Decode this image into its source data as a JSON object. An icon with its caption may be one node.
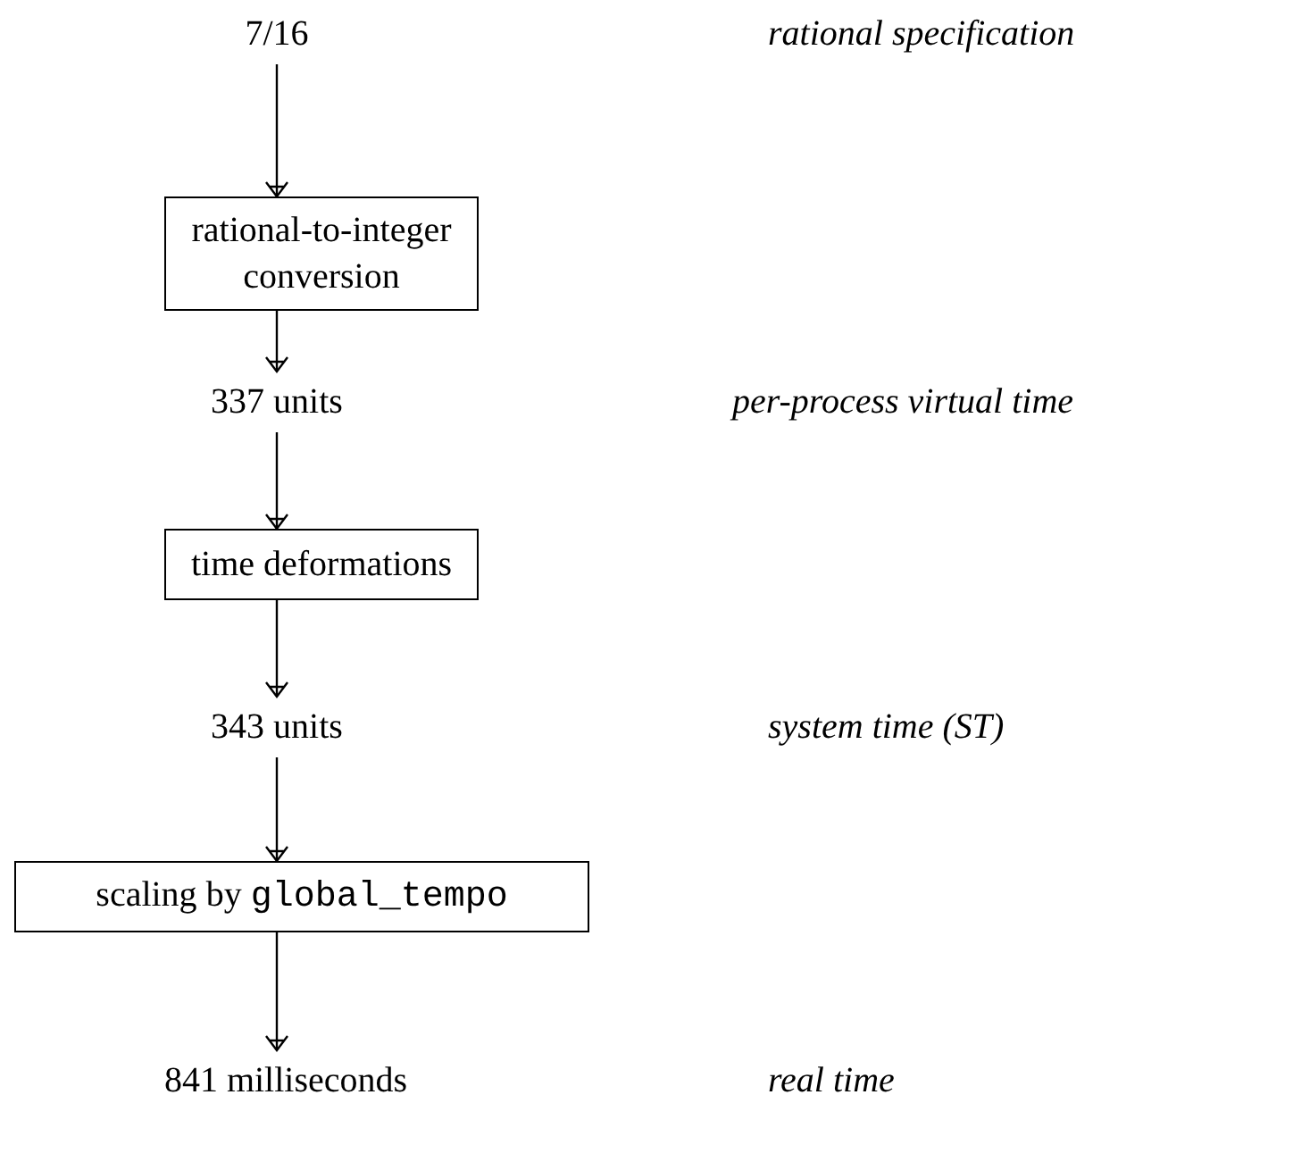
{
  "diagram": {
    "nodes": [
      {
        "text": [
          "7/16"
        ]
      },
      {
        "text": [
          "rational-to-integer conversion"
        ]
      },
      {
        "text": [
          "337 units"
        ]
      },
      {
        "text": [
          "time deformations"
        ]
      },
      {
        "text": [
          "343 units"
        ]
      },
      {
        "text": [
          "scaling by global_tempo"
        ]
      },
      {
        "text": [
          "841 milliseconds"
        ]
      }
    ],
    "edges": [
      {
        "from": 0,
        "to": 1,
        "arrow": "to"
      },
      {
        "from": 1,
        "to": 2,
        "arrow": "to"
      },
      {
        "from": 2,
        "to": 3,
        "arrow": "to"
      },
      {
        "from": 3,
        "to": 4,
        "arrow": "to"
      },
      {
        "from": 4,
        "to": 5,
        "arrow": "to"
      },
      {
        "from": 5,
        "to": 6,
        "arrow": "to"
      }
    ],
    "labels": [
      "rational specification",
      "per-process virtual time",
      "system time (ST)",
      "real time"
    ]
  }
}
